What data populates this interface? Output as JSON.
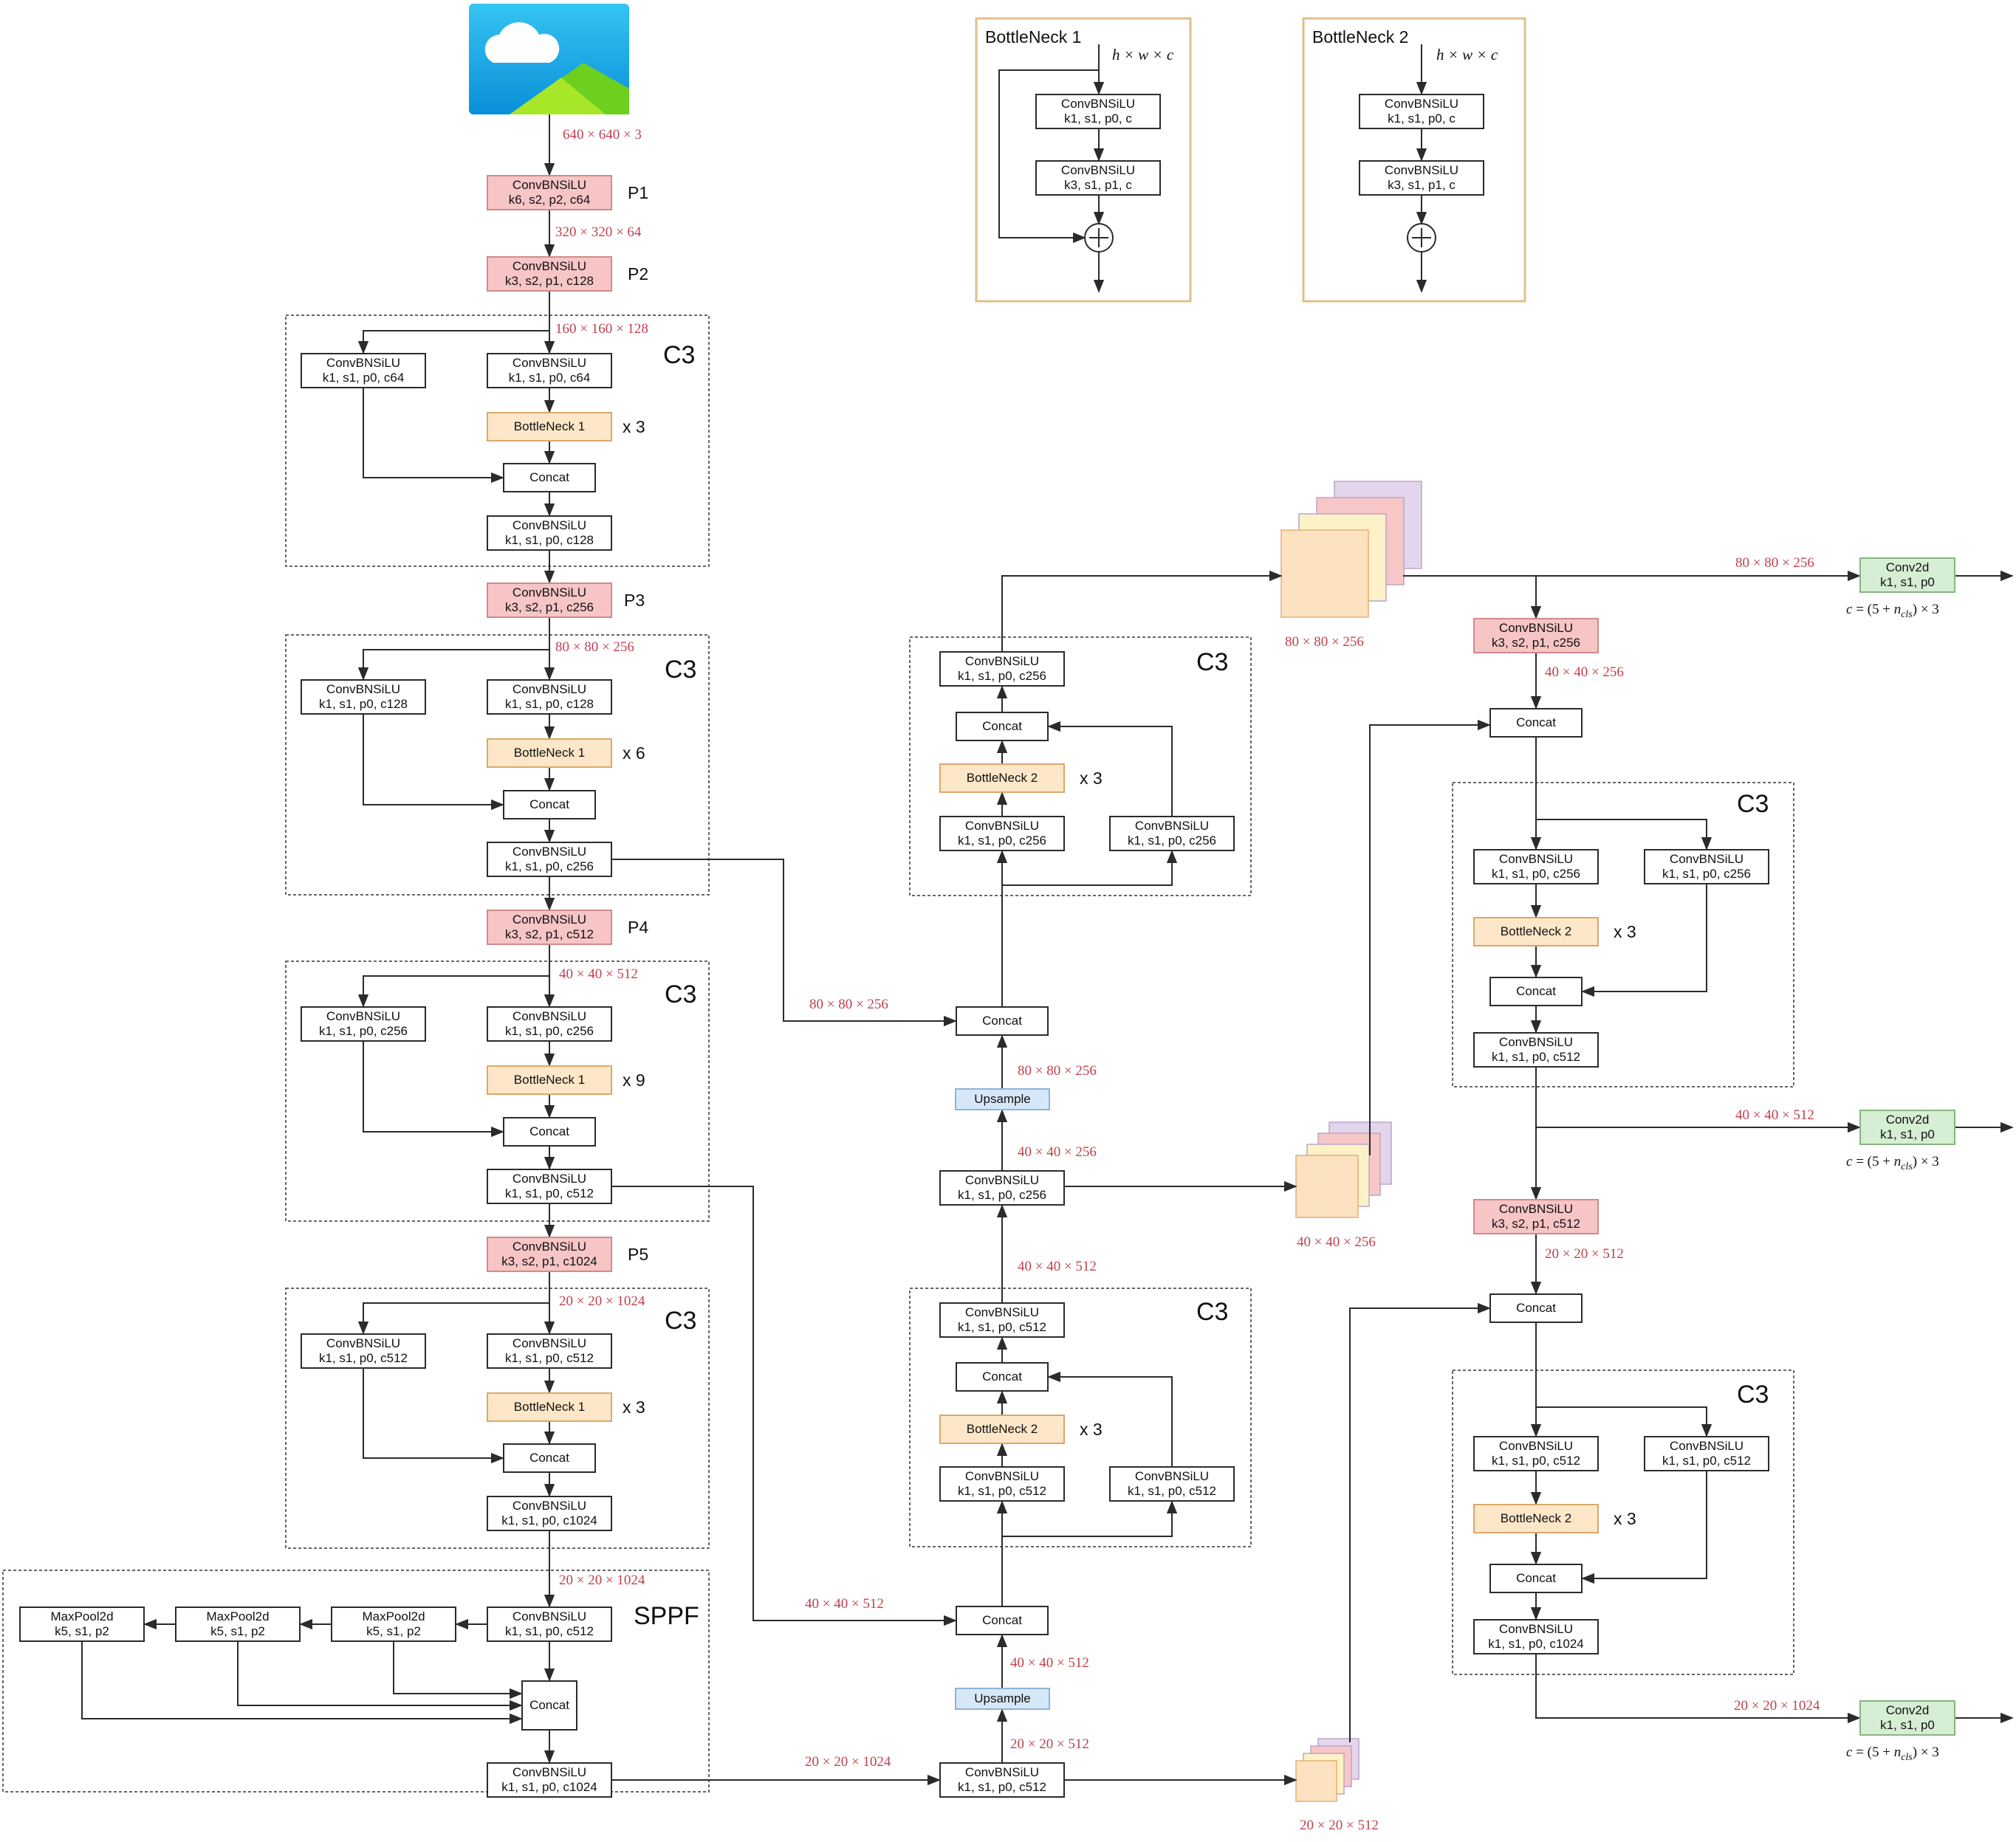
{
  "colors": {
    "conv_fill": "#f7c5c5",
    "bottleneck_fill": "#fde7c8",
    "upsample_fill": "#d6e8f8",
    "head_fill": "#d6eed4",
    "dim_text": "#c0404e",
    "frame_border": "#e0c089",
    "feature_map_colors": [
      "#e3d5ec",
      "#f7c7c7",
      "#fdf1c8",
      "#fde2c2"
    ]
  },
  "icons": [
    "image-icon",
    "cloud-icon",
    "mountains-icon",
    "plus-circle-icon"
  ],
  "bottleneck1": {
    "title": "BottleNeck 1",
    "input": "h × w × c",
    "conv1": [
      "ConvBNSiLU",
      "k1, s1, p0, c"
    ],
    "conv2": [
      "ConvBNSiLU",
      "k3, s1, p1, c"
    ]
  },
  "bottleneck2": {
    "title": "BottleNeck 2",
    "input": "h × w × c",
    "conv1": [
      "ConvBNSiLU",
      "k1, s1, p0, c"
    ],
    "conv2": [
      "ConvBNSiLU",
      "k3, s1, p1, c"
    ]
  },
  "blocks": {
    "bc1": "C3",
    "bc2": "C3",
    "bc3": "C3",
    "bc4": "C3",
    "sppf": "SPPF",
    "nc1": "C3",
    "nc2": "C3",
    "hc1": "C3",
    "hc2": "C3"
  },
  "stages": {
    "p1": "P1",
    "p2": "P2",
    "p3": "P3",
    "p4": "P4",
    "p5": "P5"
  },
  "repeats": {
    "bc1": "x 3",
    "bc2": "x 6",
    "bc3": "x 9",
    "bc4": "x 3",
    "nc1": "x 3",
    "nc2": "x 3",
    "hc1": "x 3",
    "hc2": "x 3"
  },
  "dims": {
    "input": "640 × 640 × 3",
    "p1_out": "320 × 320 × 64",
    "p2_out": "160 × 160 × 128",
    "p3_out": "80 × 80 × 256",
    "p4_out": "40 × 40 × 512",
    "p5_out": "20 × 20 × 1024",
    "c3_4_out": "20 × 20 × 1024",
    "sppf_out": "20 × 20 × 1024",
    "neck_conv_out": "20 × 20 × 512",
    "up1_out": "40 × 40 × 512",
    "lat_40": "40 × 40 × 512",
    "nc2_out": "40 × 40 × 512",
    "neck_conv2_out": "40 × 40 × 256",
    "up2_out": "80 × 80 × 256",
    "lat_80": "80 × 80 × 256",
    "fm_80": "80 × 80 × 256",
    "fm_40": "40 × 40 × 256",
    "fm_20": "20 × 20 × 512",
    "head_down1": "40 × 40 × 256",
    "head_down2": "20 × 20 × 512",
    "out80": "80 × 80 × 256",
    "out40": "40 × 40 × 512",
    "out20": "20 × 20 × 1024"
  },
  "formula": {
    "lhs": "c",
    "eq": " = (5 + ",
    "n": "n",
    "sub": "cls",
    "rhs": ") × 3"
  },
  "nodes": {
    "p1": [
      "ConvBNSiLU",
      "k6, s2, p2, c64"
    ],
    "p2": [
      "ConvBNSiLU",
      "k3, s2, p1, c128"
    ],
    "bc1_left": [
      "ConvBNSiLU",
      "k1, s1, p0, c64"
    ],
    "bc1_right": [
      "ConvBNSiLU",
      "k1, s1, p0, c64"
    ],
    "bc1_bn": [
      "BottleNeck 1"
    ],
    "bc1_concat": [
      "Concat"
    ],
    "bc1_out": [
      "ConvBNSiLU",
      "k1, s1, p0, c128"
    ],
    "p3": [
      "ConvBNSiLU",
      "k3, s2, p1, c256"
    ],
    "bc2_left": [
      "ConvBNSiLU",
      "k1, s1, p0, c128"
    ],
    "bc2_right": [
      "ConvBNSiLU",
      "k1, s1, p0, c128"
    ],
    "bc2_bn": [
      "BottleNeck 1"
    ],
    "bc2_concat": [
      "Concat"
    ],
    "bc2_out": [
      "ConvBNSiLU",
      "k1, s1, p0, c256"
    ],
    "p4": [
      "ConvBNSiLU",
      "k3, s2, p1, c512"
    ],
    "bc3_left": [
      "ConvBNSiLU",
      "k1, s1, p0, c256"
    ],
    "bc3_right": [
      "ConvBNSiLU",
      "k1, s1, p0, c256"
    ],
    "bc3_bn": [
      "BottleNeck 1"
    ],
    "bc3_concat": [
      "Concat"
    ],
    "bc3_out": [
      "ConvBNSiLU",
      "k1, s1, p0, c512"
    ],
    "p5": [
      "ConvBNSiLU",
      "k3, s2, p1, c1024"
    ],
    "bc4_left": [
      "ConvBNSiLU",
      "k1, s1, p0, c512"
    ],
    "bc4_right": [
      "ConvBNSiLU",
      "k1, s1, p0, c512"
    ],
    "bc4_bn": [
      "BottleNeck 1"
    ],
    "bc4_concat": [
      "Concat"
    ],
    "bc4_out": [
      "ConvBNSiLU",
      "k1, s1, p0, c1024"
    ],
    "sppf_conv": [
      "ConvBNSiLU",
      "k1, s1, p0, c512"
    ],
    "sppf_mp1": [
      "MaxPool2d",
      "k5, s1, p2"
    ],
    "sppf_mp2": [
      "MaxPool2d",
      "k5, s1, p2"
    ],
    "sppf_mp3": [
      "MaxPool2d",
      "k5, s1, p2"
    ],
    "sppf_concat": [
      "Concat"
    ],
    "sppf_out": [
      "ConvBNSiLU",
      "k1, s1, p0, c1024"
    ],
    "neck_conv1": [
      "ConvBNSiLU",
      "k1, s1, p0, c512"
    ],
    "up1": [
      "Upsample"
    ],
    "neck_concat1": [
      "Concat"
    ],
    "nc2_left": [
      "ConvBNSiLU",
      "k1, s1, p0, c512"
    ],
    "nc2_right": [
      "ConvBNSiLU",
      "k1, s1, p0, c512"
    ],
    "nc2_bn": [
      "BottleNeck 2"
    ],
    "nc2_concat": [
      "Concat"
    ],
    "nc2_out": [
      "ConvBNSiLU",
      "k1, s1, p0, c512"
    ],
    "neck_conv2": [
      "ConvBNSiLU",
      "k1, s1, p0, c256"
    ],
    "up2": [
      "Upsample"
    ],
    "neck_concat2": [
      "Concat"
    ],
    "nc1_left": [
      "ConvBNSiLU",
      "k1, s1, p0, c256"
    ],
    "nc1_right": [
      "ConvBNSiLU",
      "k1, s1, p0, c256"
    ],
    "nc1_bn": [
      "BottleNeck 2"
    ],
    "nc1_concat": [
      "Concat"
    ],
    "nc1_out": [
      "ConvBNSiLU",
      "k1, s1, p0, c256"
    ],
    "head_conv1": [
      "ConvBNSiLU",
      "k3, s2, p1, c256"
    ],
    "head_concat1": [
      "Concat"
    ],
    "hc1_left": [
      "ConvBNSiLU",
      "k1, s1, p0, c256"
    ],
    "hc1_right": [
      "ConvBNSiLU",
      "k1, s1, p0, c256"
    ],
    "hc1_bn": [
      "BottleNeck 2"
    ],
    "hc1_concat": [
      "Concat"
    ],
    "hc1_out": [
      "ConvBNSiLU",
      "k1, s1, p0, c512"
    ],
    "head_conv2": [
      "ConvBNSiLU",
      "k3, s2, p1, c512"
    ],
    "head_concat2": [
      "Concat"
    ],
    "hc2_left": [
      "ConvBNSiLU",
      "k1, s1, p0, c512"
    ],
    "hc2_right": [
      "ConvBNSiLU",
      "k1, s1, p0, c512"
    ],
    "hc2_bn": [
      "BottleNeck 2"
    ],
    "hc2_concat": [
      "Concat"
    ],
    "hc2_out": [
      "ConvBNSiLU",
      "k1, s1, p0, c1024"
    ],
    "det80": [
      "Conv2d",
      "k1, s1, p0"
    ],
    "det40": [
      "Conv2d",
      "k1, s1, p0"
    ],
    "det20": [
      "Conv2d",
      "k1, s1, p0"
    ]
  }
}
